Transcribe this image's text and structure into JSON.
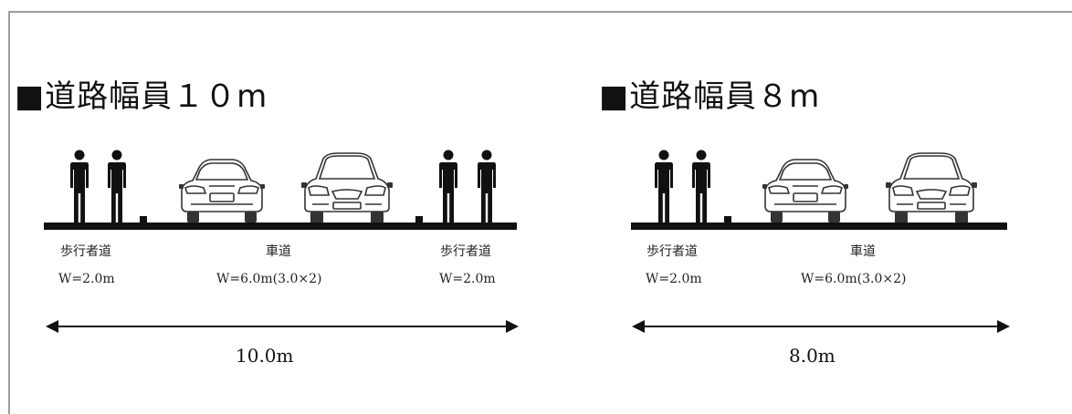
{
  "sections": [
    {
      "title": "■道路幅員１０m",
      "sidewalk_label": "歩行者道",
      "roadway_label": "車道",
      "sidewalk_width": "W=2.0m",
      "roadway_width": "W=6.0m(3.0×2)",
      "total_width": "10.0m"
    },
    {
      "title": "■道路幅員８m",
      "sidewalk_label": "歩行者道",
      "roadway_label": "車道",
      "sidewalk_width": "W=2.0m",
      "roadway_width": "W=6.0m(3.0×2)",
      "total_width": "8.0m"
    }
  ],
  "icons": {
    "pedestrian": "pedestrian-icon",
    "car_rear": "car-rear-icon",
    "car_front": "car-front-icon"
  },
  "colors": {
    "ink": "#111111",
    "frame": "#9e9e9e"
  }
}
